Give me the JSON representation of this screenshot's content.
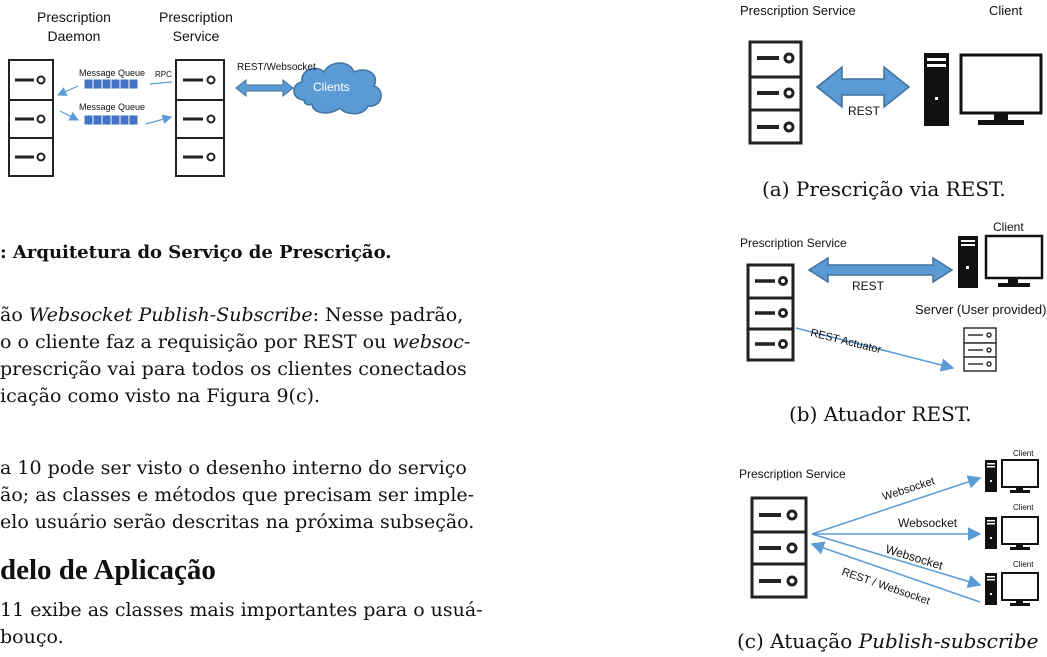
{
  "fig_arch": {
    "daemon_label_1": "Prescription",
    "daemon_label_2": "Daemon",
    "service_label_1": "Prescription",
    "service_label_2": "Service",
    "queue_top": "Message Queue",
    "queue_bottom": "Message Queue",
    "rpc": "RPC",
    "rest_ws": "REST/Websocket",
    "clients": "Clients",
    "caption": ": Arquitetura do Serviço de Prescrição."
  },
  "body": {
    "p1_line1_prefix": "ão ",
    "p1_line1_italic": "Websocket Publish-Subscribe",
    "p1_line1_suffix": ": Nesse padrão,",
    "p1_line2_prefix": "o o cliente faz a requisição por REST ou ",
    "p1_line2_italic": "websoc-",
    "p1_line3": "prescrição vai para todos os clientes conectados",
    "p1_line4": "icação como visto na Figura 9(c).",
    "p2_line1": "a 10 pode ser visto o desenho interno do serviço",
    "p2_line2": "ão; as classes e métodos que precisam ser imple-",
    "p2_line3": "elo usuário serão descritas na próxima subseção.",
    "heading": "delo de Aplicação",
    "p3_line1": "11 exibe as classes mais importantes para o usuá-",
    "p3_line2": "bouço."
  },
  "fig_a": {
    "service": "Prescription Service",
    "client": "Client",
    "rest": "REST",
    "caption": "(a) Prescrição via REST."
  },
  "fig_b": {
    "service": "Prescription Service",
    "client": "Client",
    "rest": "REST",
    "server": "Server (User provided)",
    "actuator": "REST Actuator",
    "caption": "(b) Atuador REST."
  },
  "fig_c": {
    "service": "Prescription Service",
    "ws1": "Websocket",
    "ws2": "Websocket",
    "ws3": "Websocket",
    "rest_ws": "REST / Websocket",
    "client1": "Client",
    "client2": "Client",
    "client3": "Client",
    "caption_prefix": "(c) Atuação ",
    "caption_italic": "Publish-subscribe"
  },
  "colors": {
    "arrow_blue": "#5b9bd5",
    "arrow_border": "#41719c",
    "queue_fill": "#4472c4",
    "cloud_fill": "#5b9bd5"
  }
}
